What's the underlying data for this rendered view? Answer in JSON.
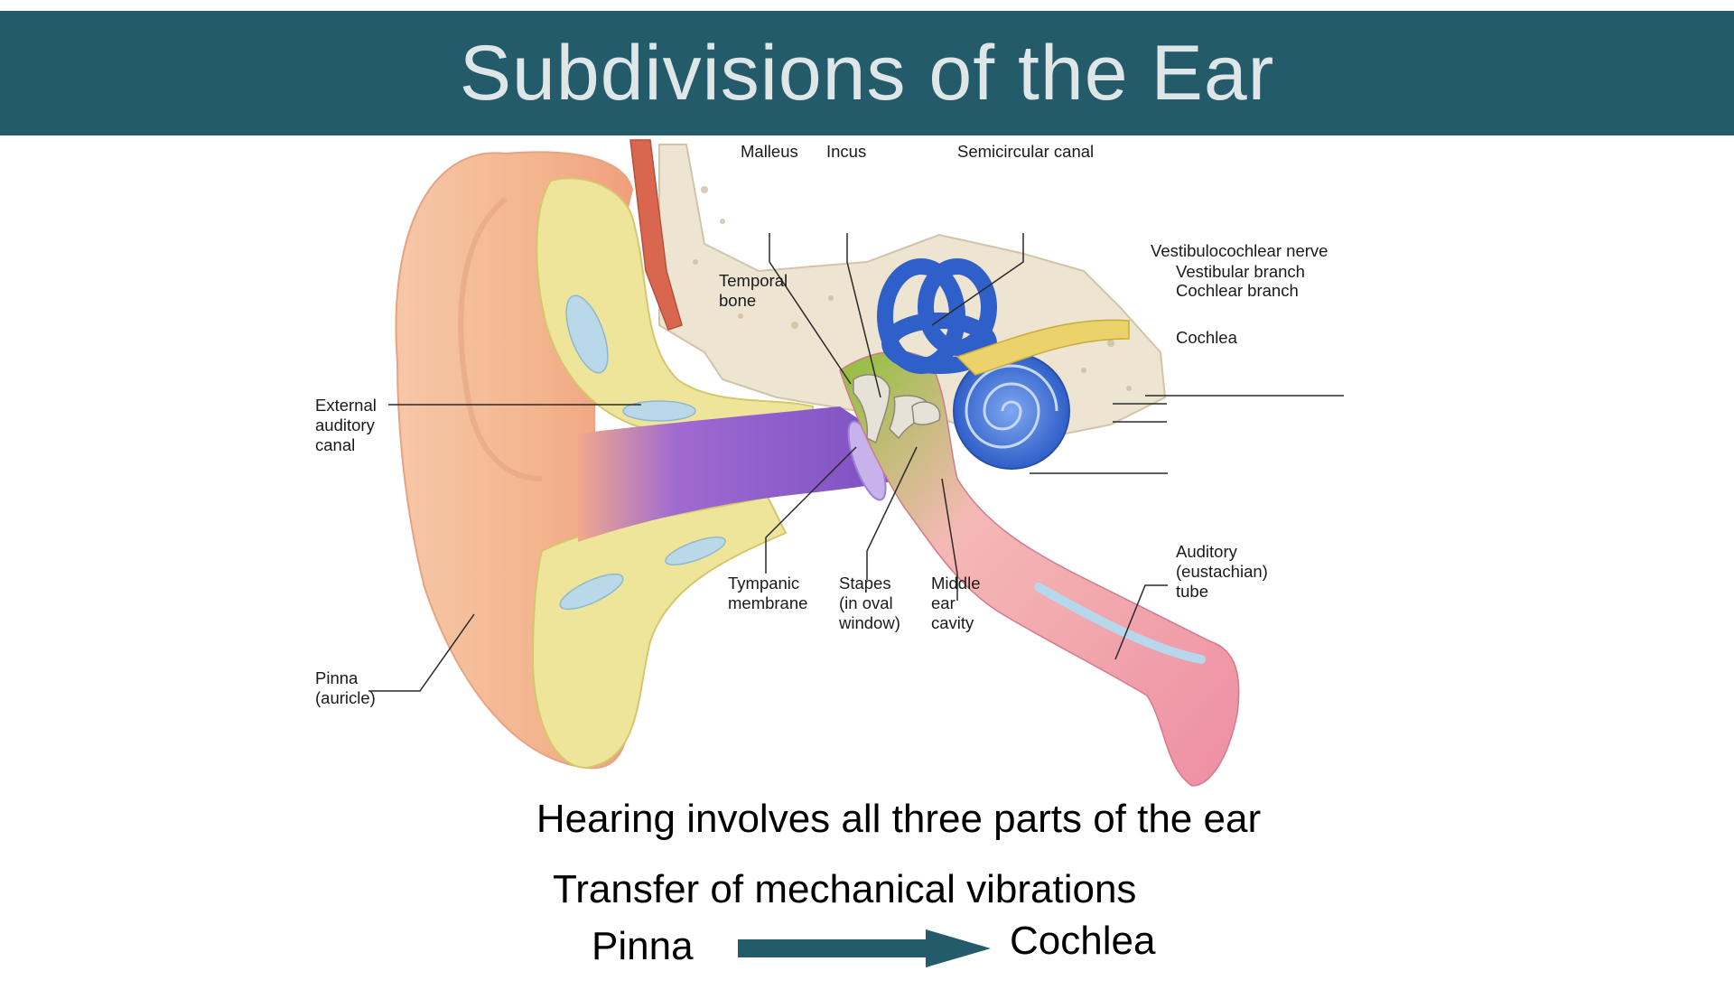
{
  "slide": {
    "title": "Subdivisions of the Ear",
    "colors": {
      "title_bar": "#235b6a",
      "title_text": "#dfe6e8",
      "arrow": "#235b6a"
    }
  },
  "diagram": {
    "labels": {
      "malleus": "Malleus",
      "incus": "Incus",
      "semicircular_canal": "Semicircular canal",
      "temporal_bone": "Temporal\nbone",
      "vestibulocochlear_nerve": "Vestibulocochlear nerve",
      "vestibular_branch": "Vestibular branch",
      "cochlear_branch": "Cochlear branch",
      "cochlea": "Cochlea",
      "external_auditory_canal": "External\nauditory\ncanal",
      "tympanic_membrane": "Tympanic\nmembrane",
      "stapes": "Stapes\n(in oval\nwindow)",
      "middle_ear_cavity": "Middle\near\ncavity",
      "auditory_tube": "Auditory\n(eustachian)\ntube",
      "pinna": "Pinna\n(auricle)"
    }
  },
  "caption": {
    "line1": "Hearing involves all three parts of the ear",
    "line2": "Transfer of mechanical vibrations",
    "from": "Pinna",
    "to": "Cochlea"
  }
}
